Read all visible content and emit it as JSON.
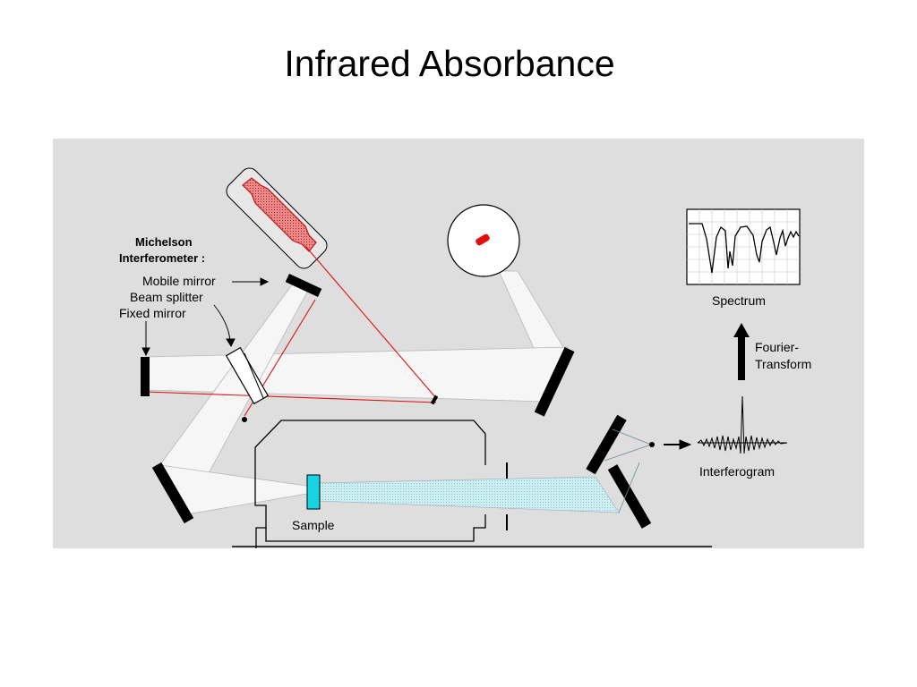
{
  "slide": {
    "title": "Infrared Absorbance"
  },
  "diagram": {
    "labels": {
      "michelson_line1": "Michelson",
      "michelson_line2": "Interferometer :",
      "mobile_mirror": "Mobile mirror",
      "beam_splitter": "Beam splitter",
      "fixed_mirror": "Fixed mirror",
      "sample": "Sample",
      "spectrum": "Spectrum",
      "fourier_line1": "Fourier-",
      "fourier_line2": "Transform",
      "interferogram": "Interferogram"
    },
    "colors": {
      "background": "#dedede",
      "beam": "#f4f4f4",
      "laser": "#e01010",
      "sample": "#16d4e6",
      "sample_beam": "#bfe6ec",
      "mirror": "#000000"
    }
  }
}
